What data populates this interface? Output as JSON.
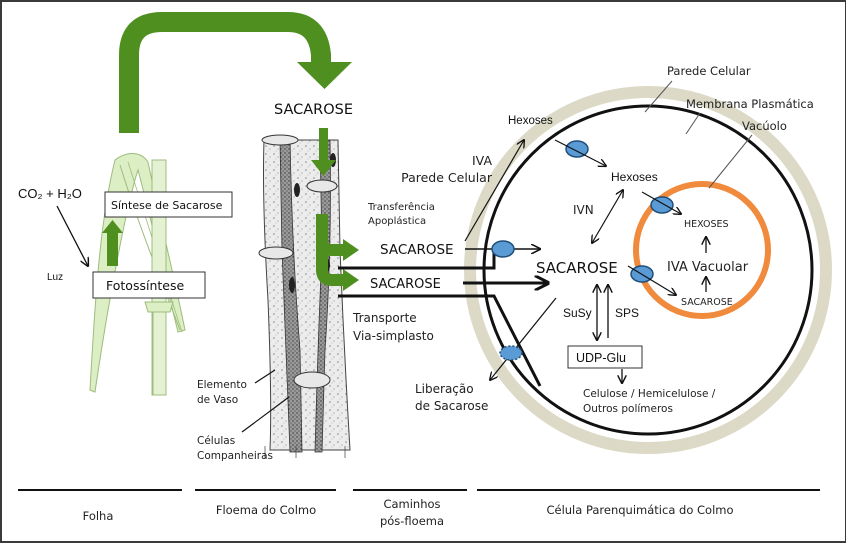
{
  "title": "Transporte e metabolismo de sacarose na cana-de-açúcar",
  "colors": {
    "green_arrow": "#4f8f1f",
    "leaf_fill": "#dbeec4",
    "leaf_stroke": "#9dbc7d",
    "cell_wall": "#dcd9c6",
    "vacuole": "#f08a3c",
    "transporter": "#5b9bd5",
    "transporter_stroke": "#1f4e79"
  },
  "leaf": {
    "inputs": "CO₂ + H₂O",
    "light": "Luz",
    "synthesis_box": "Síntese de Sacarose",
    "photosynthesis_box": "Fotossíntese"
  },
  "phloem": {
    "top_label": "SACAROSE",
    "vessel_element": [
      "Elemento",
      "de Vaso"
    ],
    "companion_cells": [
      "Células",
      "Companheiras"
    ]
  },
  "pathways": {
    "apoplastic_transfer": [
      "Transferência",
      "Apoplástica"
    ],
    "sucrose_upper": "SACAROSE",
    "sucrose_lower": "SACAROSE",
    "symplast_transport": [
      "Transporte",
      "Via-simplasto"
    ],
    "cell_wall_iva": [
      "IVA",
      "Parede Celular"
    ],
    "hexoses_out": "Hexoses",
    "sucrose_release": [
      "Liberação",
      "de Sacarose"
    ]
  },
  "cell": {
    "wall_label": "Parede Celular",
    "membrane_label": "Membrana Plasmática",
    "vacuole_label": "Vacúolo",
    "hexoses_cyto": "Hexoses",
    "ivn": "IVN",
    "sucrose_cyto": "SACAROSE",
    "susy": "SuSy",
    "sps": "SPS",
    "udp_glu": "UDP-Glu",
    "polymers": [
      "Celulose / Hemicelulose /",
      "Outros polímeros"
    ],
    "vacuole_hexoses": "HEXOSES",
    "vacuole_iva": "IVA Vacuolar",
    "vacuole_sucrose": "SACAROSE"
  },
  "sections": [
    {
      "label": [
        "Folha"
      ]
    },
    {
      "label": [
        "Floema do Colmo"
      ]
    },
    {
      "label": [
        "Caminhos",
        "pós-floema"
      ]
    },
    {
      "label": [
        "Célula Parenquimática do Colmo"
      ]
    }
  ]
}
